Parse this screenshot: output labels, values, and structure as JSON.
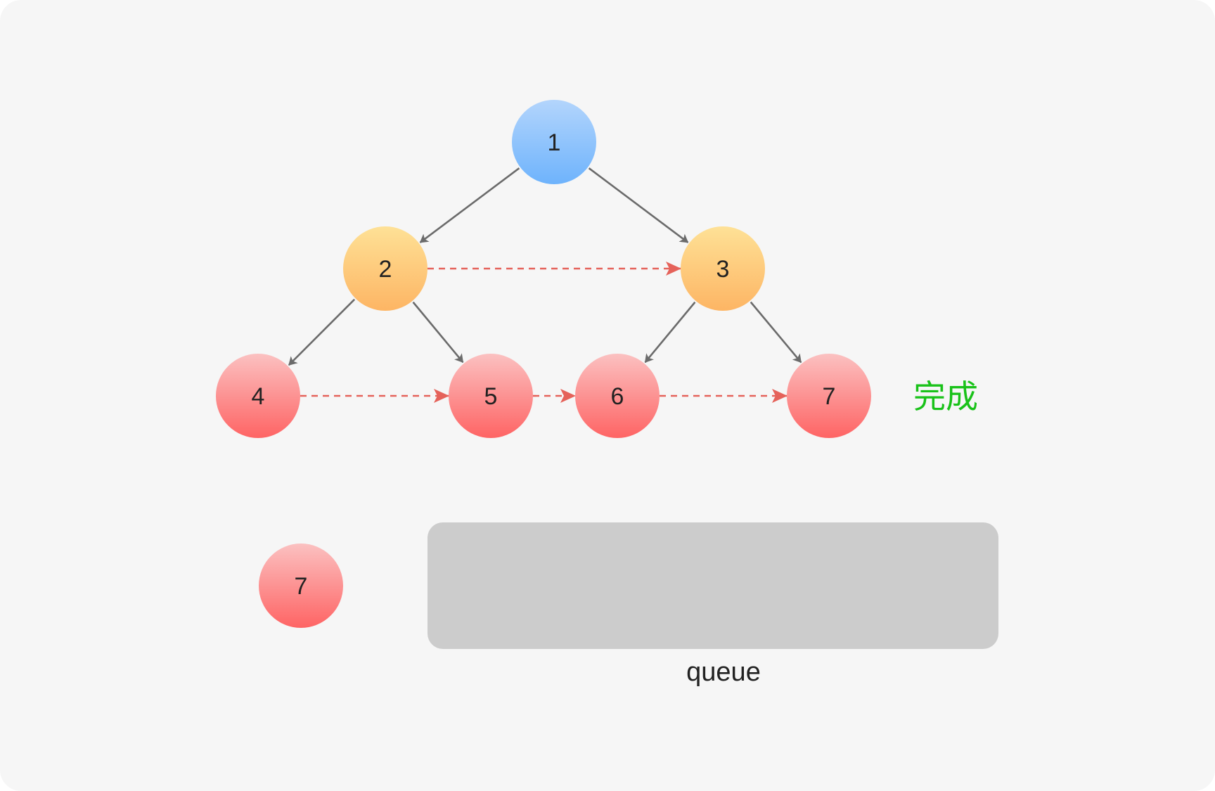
{
  "colors": {
    "background": "#f6f6f6",
    "edge": "#6b6b6b",
    "next_link": "#e5625a",
    "status_text": "#19c219",
    "queue_box": "#cccccc",
    "root_node": [
      "#b3d5fc",
      "#6eb3fc"
    ],
    "level2_node": [
      "#fee196",
      "#fdb564"
    ],
    "leaf_node": [
      "#fbc1c1",
      "#fe6464"
    ]
  },
  "tree": {
    "nodes": [
      {
        "id": "n1",
        "label": "1",
        "style": "root_node"
      },
      {
        "id": "n2",
        "label": "2",
        "style": "level2_node"
      },
      {
        "id": "n3",
        "label": "3",
        "style": "level2_node"
      },
      {
        "id": "n4",
        "label": "4",
        "style": "leaf_node"
      },
      {
        "id": "n5",
        "label": "5",
        "style": "leaf_node"
      },
      {
        "id": "n6",
        "label": "6",
        "style": "leaf_node"
      },
      {
        "id": "n7",
        "label": "7",
        "style": "leaf_node"
      }
    ],
    "edges": [
      {
        "from": "n1",
        "to": "n2"
      },
      {
        "from": "n1",
        "to": "n3"
      },
      {
        "from": "n2",
        "to": "n4"
      },
      {
        "from": "n2",
        "to": "n5"
      },
      {
        "from": "n3",
        "to": "n6"
      },
      {
        "from": "n3",
        "to": "n7"
      }
    ],
    "next_links": [
      {
        "from": "n2",
        "to": "n3"
      },
      {
        "from": "n4",
        "to": "n5"
      },
      {
        "from": "n5",
        "to": "n6"
      },
      {
        "from": "n6",
        "to": "n7"
      }
    ]
  },
  "status": {
    "label": "完成"
  },
  "current_node": {
    "label": "7",
    "style": "leaf_node"
  },
  "queue": {
    "caption": "queue",
    "items": []
  }
}
